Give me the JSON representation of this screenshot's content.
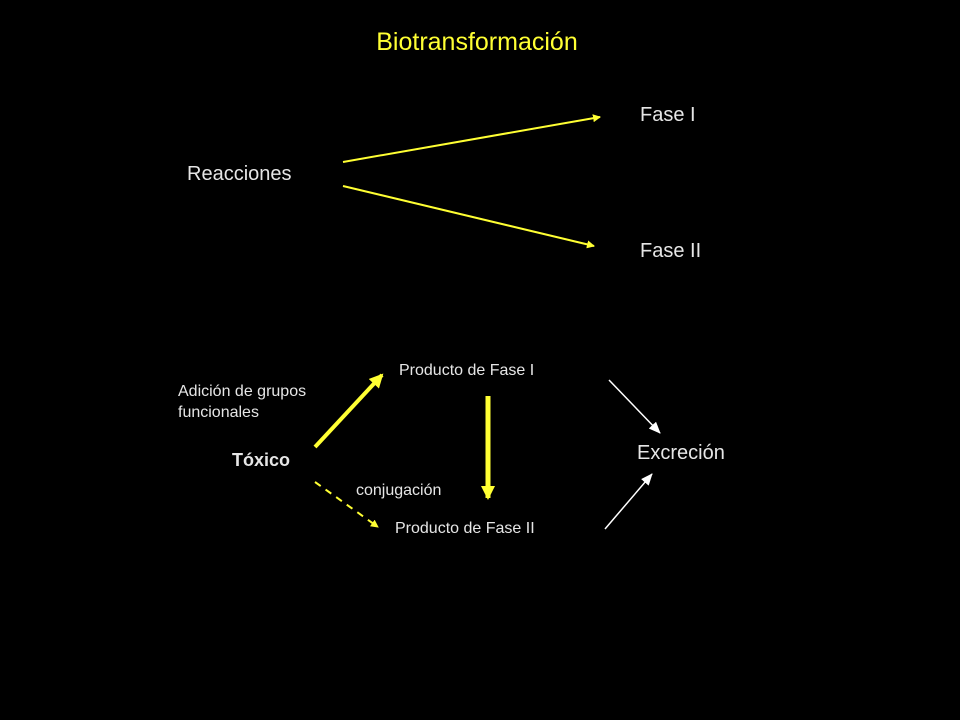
{
  "title": "Biotransformación",
  "top": {
    "source": "Reacciones",
    "targets": [
      "Fase I",
      "Fase II"
    ]
  },
  "bottom": {
    "toxic": "Tóxico",
    "addition_label": "Adición de grupos\nfuncionales",
    "product_phase1": "Producto de Fase I",
    "product_phase2": "Producto de Fase II",
    "conjugation_label": "conjugación",
    "excretion": "Excreción"
  },
  "colors": {
    "background": "#000000",
    "accent": "#ffff33",
    "text": "#e6e6e6",
    "thin_arrow": "#ffffff"
  }
}
